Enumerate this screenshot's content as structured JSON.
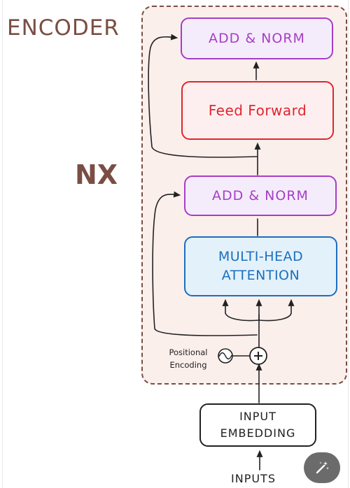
{
  "encoder_title": "ENCODER",
  "repeat_label": "NX",
  "blocks": {
    "add_norm_top": "ADD & NORM",
    "feed_forward": "Feed Forward",
    "add_norm_mid": "ADD & NORM",
    "attention_line1": "MULTI-HEAD",
    "attention_line2": "ATTENTION",
    "embedding_line1": "INPUT",
    "embedding_line2": "EMBEDDING"
  },
  "positional": {
    "line1": "Positional",
    "line2": "Encoding",
    "operator": "+"
  },
  "inputs_label": "INPUTS",
  "colors": {
    "frame": "#7a4e44",
    "norm": "#a63ec6",
    "feed_forward": "#e0262d",
    "attention": "#1b6fbd"
  },
  "icons": {
    "sine_wave": "sine-wave-icon",
    "plus_circle": "plus-circle-icon",
    "magic_wand": "magic-wand-icon"
  }
}
